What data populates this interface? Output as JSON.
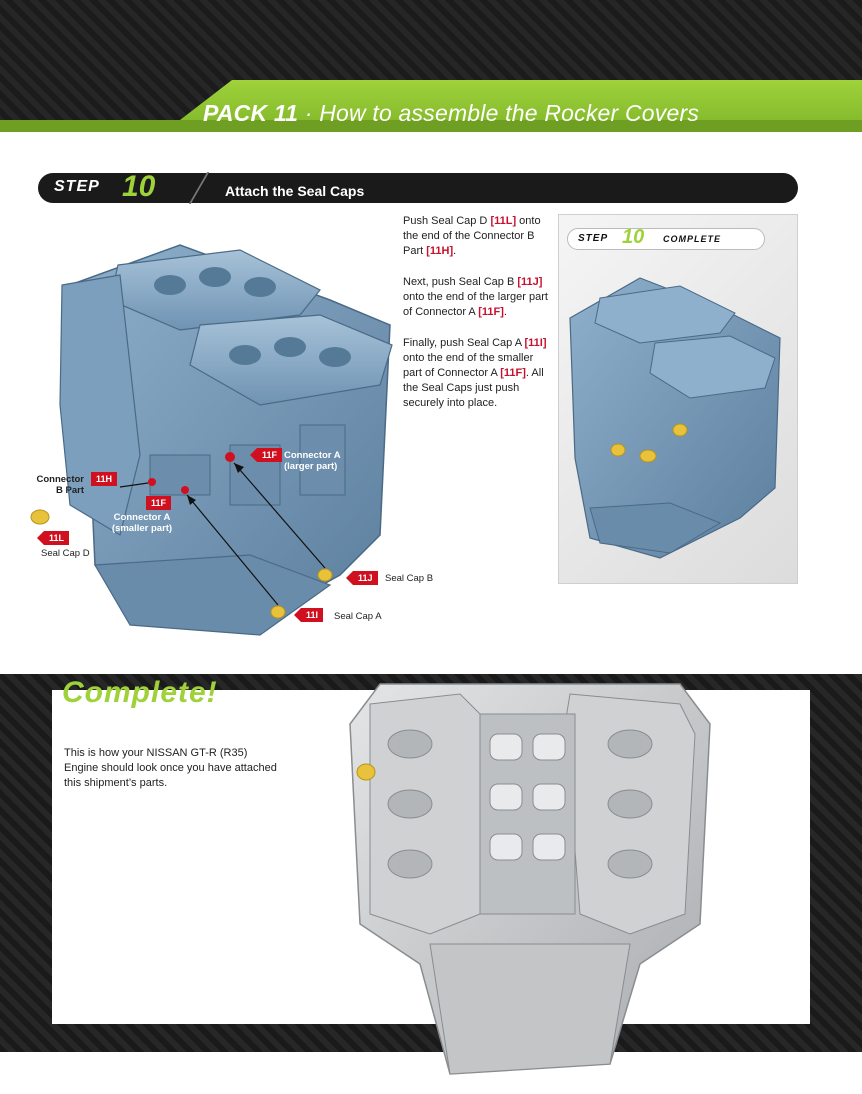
{
  "header": {
    "pack": "PACK 11",
    "separator": "·",
    "title": "How to assemble the Rocker Covers"
  },
  "step": {
    "word": "STEP",
    "number": "10",
    "title": "Attach the Seal Caps"
  },
  "instructions": {
    "p1_a": "Push Seal Cap D ",
    "p1_ref1": "[11L]",
    "p1_b": " onto the end of the Connector B Part ",
    "p1_ref2": "[11H]",
    "p1_c": ".",
    "p2_a": "Next, push Seal Cap B ",
    "p2_ref1": "[11J]",
    "p2_b": " onto the end of the larger part of Connector A ",
    "p2_ref2": "[11F]",
    "p2_c": ".",
    "p3_a": "Finally, push Seal Cap A ",
    "p3_ref1": "[11I]",
    "p3_b": " onto the end of the smaller part of Connector A ",
    "p3_ref2": "[11F]",
    "p3_c": ". All the Seal Caps just push securely into place."
  },
  "thumb": {
    "step": "STEP",
    "number": "10",
    "complete": "COMPLETE"
  },
  "labels": {
    "connector_b_line1": "Connector",
    "connector_b_line2": "B Part",
    "tag_11h": "11H",
    "tag_11f_upper": "11F",
    "connector_a_larger_line1": "Connector A",
    "connector_a_larger_line2": "(larger part)",
    "tag_11f_lower": "11F",
    "connector_a_smaller_line1": "Connector A",
    "connector_a_smaller_line2": "(smaller part)",
    "tag_11l": "11L",
    "seal_cap_d": "Seal Cap D",
    "tag_11j": "11J",
    "seal_cap_b": "Seal Cap B",
    "tag_11i": "11I",
    "seal_cap_a": "Seal Cap A"
  },
  "complete": {
    "heading": "Complete!",
    "subtitle": "The Rocker Covers",
    "description": "This is how your NISSAN GT-R (R35) Engine should look once you have attached this shipment’s parts."
  },
  "colors": {
    "accent_green": "#9fd23a",
    "tag_red": "#d0101e",
    "engine_blue": "#6f93b3",
    "engine_silver": "#c9cbcd"
  }
}
